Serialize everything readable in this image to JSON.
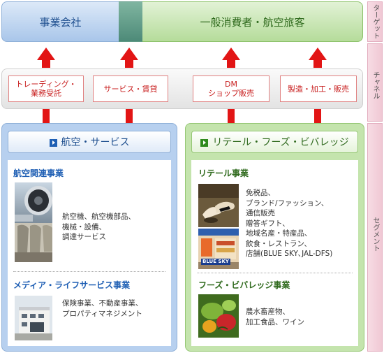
{
  "targets": {
    "label": "ターゲット",
    "business": "事業会社",
    "consumers": "一般消費者・航空旅客"
  },
  "channels": {
    "label": "チャネル",
    "items": [
      {
        "line1": "トレーディング・",
        "line2": "業務受託"
      },
      {
        "line1": "サービス・賃貸",
        "line2": ""
      },
      {
        "line1": "DM",
        "line2": "ショップ販売"
      },
      {
        "line1": "製造・加工・販売",
        "line2": ""
      }
    ]
  },
  "segments": {
    "label": "セグメント",
    "aviation": {
      "header": "航空・サービス",
      "sections": [
        {
          "title": "航空関連事業",
          "lines": [
            "航空機、航空機部品、",
            "機械・設備、",
            "調達サービス"
          ]
        },
        {
          "title": "メディア・ライフサービス事業",
          "lines": [
            "保険事業、不動産事業、",
            "プロパティマネジメント"
          ]
        }
      ]
    },
    "retail": {
      "header": "リテール・フーズ・ビバレッジ",
      "sections": [
        {
          "title": "リテール事業",
          "lines": [
            "免税品、",
            "ブランド/ファッション、",
            "通信販売",
            "贈答ギフト、",
            "地域名産・特産品、",
            "飲食・レストラン、",
            "店舗(BLUE SKY､JAL-DFS)"
          ]
        },
        {
          "title": "フーズ・ビバレッジ事業",
          "lines": [
            "農水畜産物、",
            "加工食品、ワイン"
          ]
        }
      ],
      "photo_sign": "BLUE SKY"
    }
  },
  "colors": {
    "arrow": "#e21515",
    "blue_accent": "#1f5fb4",
    "green_accent": "#2f6a1d"
  }
}
